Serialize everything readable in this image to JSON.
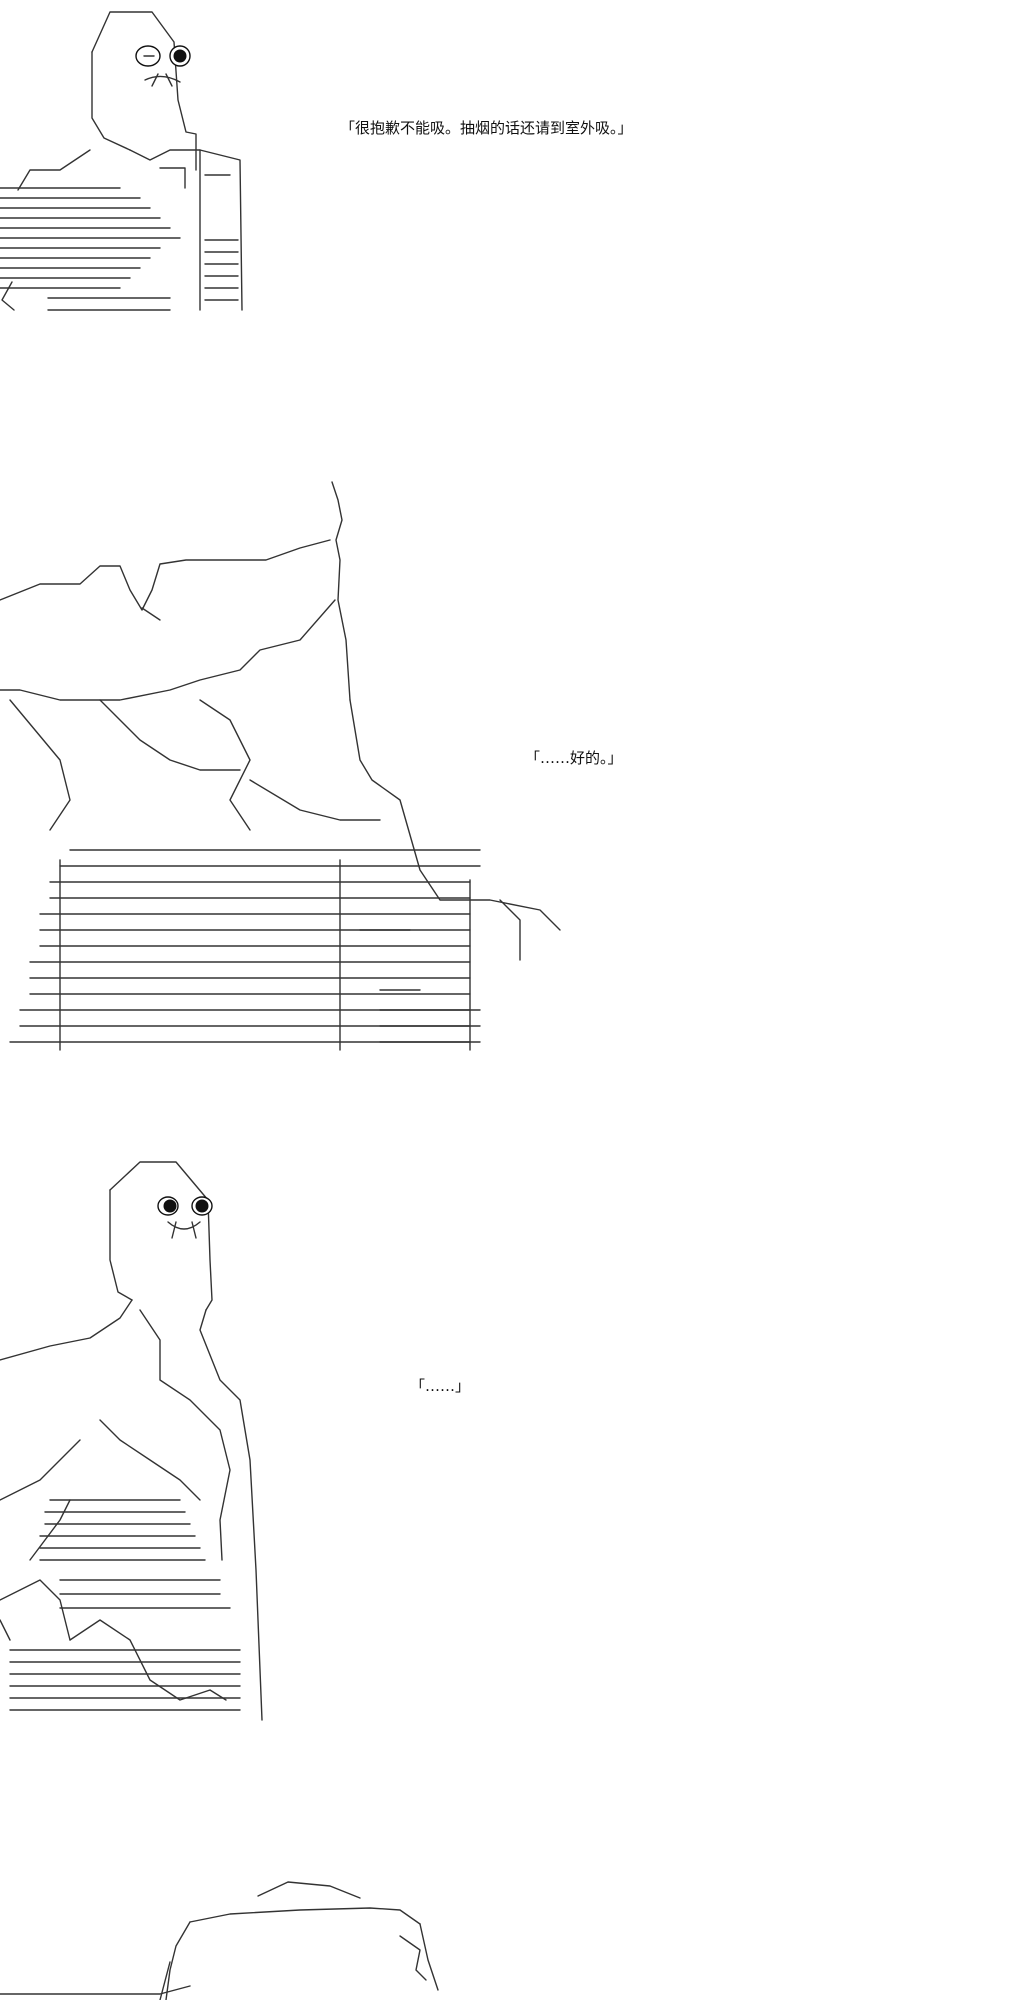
{
  "panels": [
    {
      "id": "panel-1",
      "dialogue": "「很抱歉不能吸。抽烟的话还请到室外吸。」"
    },
    {
      "id": "panel-2",
      "dialogue": "「……好的。」"
    },
    {
      "id": "panel-3",
      "dialogue": "「……」"
    },
    {
      "id": "panel-4",
      "dialogue": ""
    }
  ],
  "colors": {
    "background": "#ffffff",
    "line_art": "#333333",
    "text": "#111111"
  }
}
